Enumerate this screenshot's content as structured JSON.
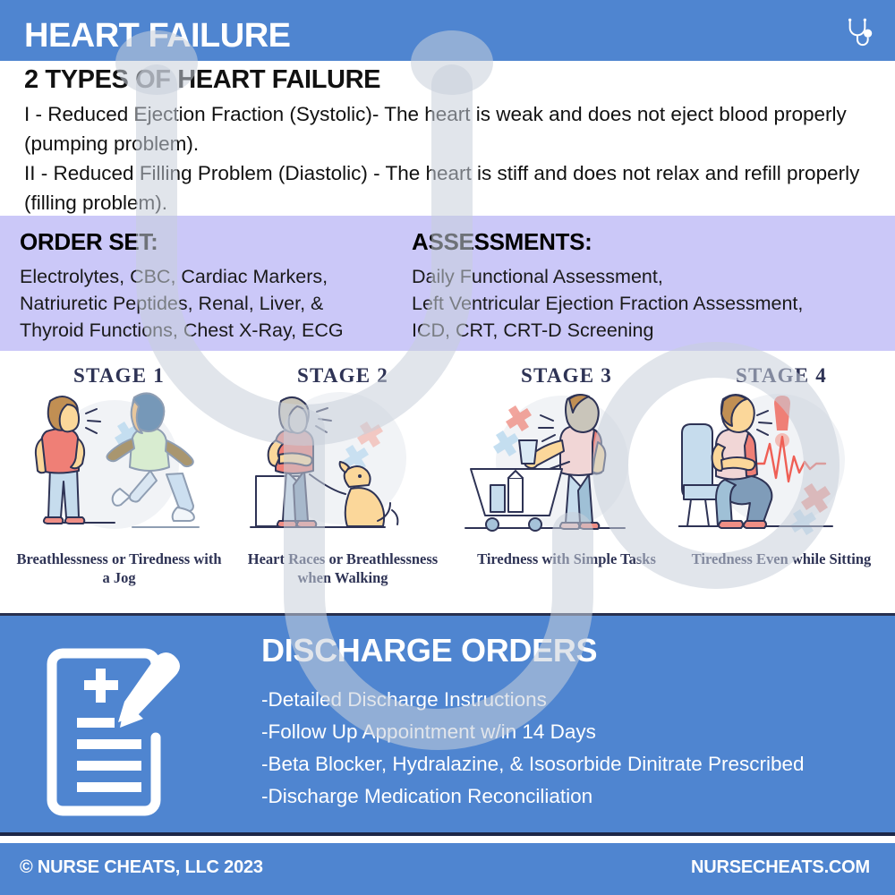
{
  "header": {
    "title": "HEART FAILURE",
    "icon": "stethoscope-icon"
  },
  "intro": {
    "heading": "2 TYPES OF HEART FAILURE",
    "lines": [
      "I - Reduced Ejection Fraction (Systolic)- The heart is weak and does not eject blood properly (pumping problem).",
      "II - Reduced Filling Problem (Diastolic) - The heart is stiff and does not relax and refill properly (filling problem)."
    ]
  },
  "order_set": {
    "heading": "ORDER SET:",
    "lines": [
      "Electrolytes, CBC, Cardiac Markers,",
      "Natriuretic Peptides, Renal, Liver, &",
      "Thyroid Functions, Chest X-Ray, ECG"
    ]
  },
  "assessments": {
    "heading": "ASSESSMENTS:",
    "lines": [
      "Daily Functional Assessment,",
      "Left Ventricular Ejection Fraction Assessment,",
      "ICD, CRT, CRT-D Screening"
    ]
  },
  "stages": [
    {
      "title": "STAGE 1",
      "caption": "Breathlessness or Tiredness with a Jog",
      "art": "jogging-scene"
    },
    {
      "title": "STAGE 2",
      "caption": "Heart Races or Breathlessness when Walking",
      "art": "dog-walking-scene"
    },
    {
      "title": "STAGE 3",
      "caption": "Tiredness with Simple Tasks",
      "art": "shopping-cart-scene"
    },
    {
      "title": "STAGE 4",
      "caption": "Tiredness Even while Sitting",
      "art": "sitting-chair-scene"
    }
  ],
  "discharge": {
    "title": "DISCHARGE ORDERS",
    "icon": "prescription-pad-pen-icon",
    "items": [
      "-Detailed Discharge Instructions",
      "-Follow Up Appointment w/in 14 Days",
      "-Beta Blocker, Hydralazine, & Isosorbide Dinitrate Prescribed",
      "-Discharge Medication Reconciliation"
    ]
  },
  "footer": {
    "copyright": "© NURSE CHEATS, LLC 2023",
    "website": "NURSECHEATS.COM"
  },
  "colors": {
    "brand_blue": "#4f85d0",
    "band_purple": "#cbc8f8",
    "navy": "#2e3355",
    "coral": "#ef7f76",
    "skin": "#fbd79a",
    "light_blue": "#c6dced",
    "steel_blue": "#7f9cb9",
    "watermark_gray": "#dfe3ea"
  }
}
